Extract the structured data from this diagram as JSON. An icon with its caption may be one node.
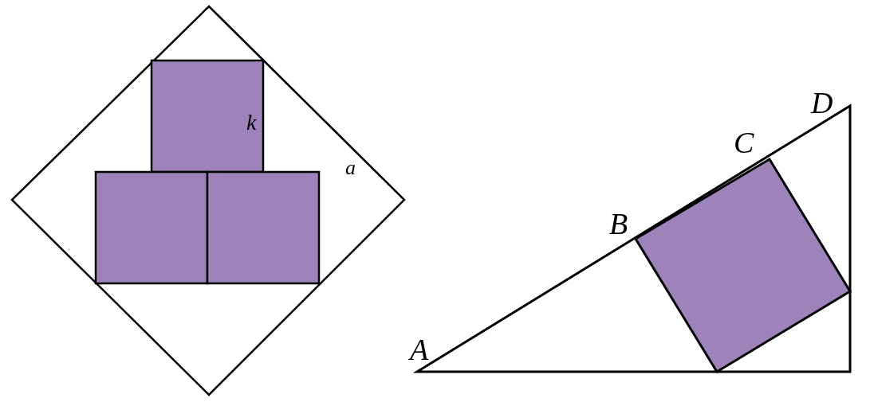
{
  "diagram": {
    "labels": [
      "k",
      "a",
      "D",
      "C",
      "B",
      "A"
    ]
  }
}
